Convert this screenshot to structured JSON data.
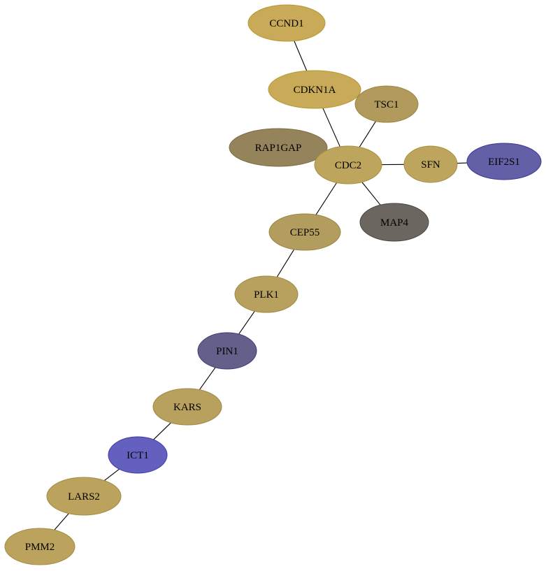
{
  "nodes": [
    {
      "id": "CCND1",
      "label": "CCND1",
      "fill": "#c8aa58",
      "stroke": "#b8962e"
    },
    {
      "id": "CDKN1A",
      "label": "CDKN1A",
      "fill": "#c8aa58",
      "stroke": "#b8962e"
    },
    {
      "id": "TSC1",
      "label": "TSC1",
      "fill": "#b19a5c",
      "stroke": "#9c8440"
    },
    {
      "id": "RAP1GAP",
      "label": "RAP1GAP",
      "fill": "#94835b",
      "stroke": "#7c6a40"
    },
    {
      "id": "CDC2",
      "label": "CDC2",
      "fill": "#bea55e",
      "stroke": "#a89040"
    },
    {
      "id": "SFN",
      "label": "SFN",
      "fill": "#bea55e",
      "stroke": "#a89040"
    },
    {
      "id": "EIF2S1",
      "label": "EIF2S1",
      "fill": "#6460a8",
      "stroke": "#3c3890"
    },
    {
      "id": "MAP4",
      "label": "MAP4",
      "fill": "#6b6760",
      "stroke": "#4a4640"
    },
    {
      "id": "CEP55",
      "label": "CEP55",
      "fill": "#b39d5e",
      "stroke": "#9c8440"
    },
    {
      "id": "PLK1",
      "label": "PLK1",
      "fill": "#b8a05e",
      "stroke": "#a08a40"
    },
    {
      "id": "PIN1",
      "label": "PIN1",
      "fill": "#646089",
      "stroke": "#3e3a78"
    },
    {
      "id": "KARS",
      "label": "KARS",
      "fill": "#b8a05e",
      "stroke": "#a08a40"
    },
    {
      "id": "ICT1",
      "label": "ICT1",
      "fill": "#6460c0",
      "stroke": "#3c38a8"
    },
    {
      "id": "LARS2",
      "label": "LARS2",
      "fill": "#bba35e",
      "stroke": "#a38c40"
    },
    {
      "id": "PMM2",
      "label": "PMM2",
      "fill": "#bba35e",
      "stroke": "#a38c40"
    }
  ],
  "edges": [
    {
      "source": "CCND1",
      "target": "CDKN1A"
    },
    {
      "source": "CDKN1A",
      "target": "CDC2"
    },
    {
      "source": "TSC1",
      "target": "CDC2"
    },
    {
      "source": "CDC2",
      "target": "SFN"
    },
    {
      "source": "SFN",
      "target": "EIF2S1"
    },
    {
      "source": "CDC2",
      "target": "MAP4"
    },
    {
      "source": "CDC2",
      "target": "CEP55"
    },
    {
      "source": "CEP55",
      "target": "PLK1"
    },
    {
      "source": "PLK1",
      "target": "PIN1"
    },
    {
      "source": "PIN1",
      "target": "KARS"
    },
    {
      "source": "KARS",
      "target": "ICT1"
    },
    {
      "source": "ICT1",
      "target": "LARS2"
    },
    {
      "source": "LARS2",
      "target": "PMM2"
    }
  ]
}
